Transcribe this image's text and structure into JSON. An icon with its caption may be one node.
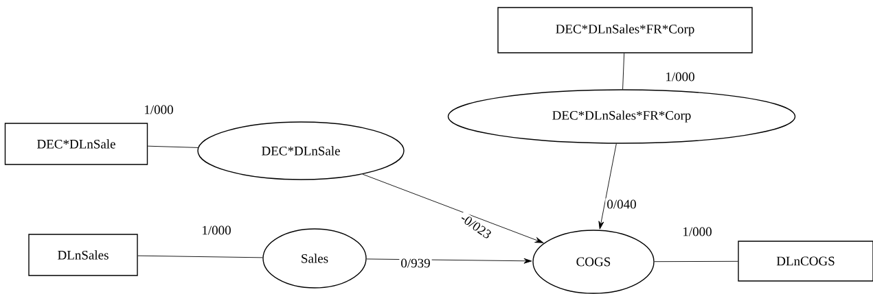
{
  "diagram": {
    "nodes": [
      {
        "text": [
          "DEC*DLnSales*FR*Corp"
        ]
      },
      {
        "text": [
          "DEC*DLnSales*FR*Corp"
        ]
      },
      {
        "text": [
          "DEC*DLnSale"
        ]
      },
      {
        "text": [
          "DEC*DLnSale"
        ]
      },
      {
        "text": [
          "DLnSales"
        ]
      },
      {
        "text": [
          "Sales"
        ]
      },
      {
        "text": [
          "COGS"
        ]
      },
      {
        "text": [
          "DLnCOGS"
        ]
      }
    ],
    "edges": [
      {
        "from": 0,
        "to": 1,
        "arrow": "none",
        "label": "1/000"
      },
      {
        "from": 2,
        "to": 3,
        "arrow": "none",
        "label": "1/000"
      },
      {
        "from": 4,
        "to": 5,
        "arrow": "none",
        "label": "1/000"
      },
      {
        "from": 6,
        "to": 7,
        "arrow": "none",
        "label": "1/000"
      },
      {
        "from": 3,
        "to": 6,
        "arrow": "to",
        "label": "-0/023"
      },
      {
        "from": 1,
        "to": 6,
        "arrow": "to",
        "label": "0/040"
      },
      {
        "from": 5,
        "to": 6,
        "arrow": "to",
        "label": "0/939"
      }
    ]
  }
}
